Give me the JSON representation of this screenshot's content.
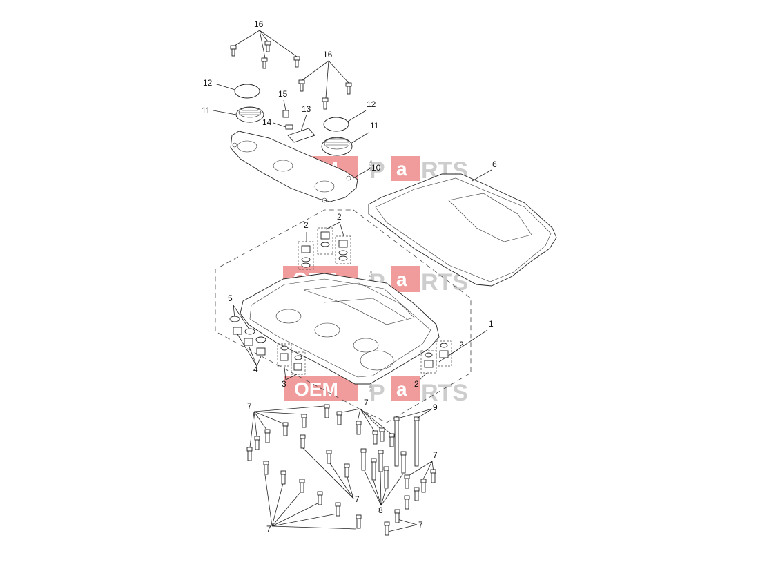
{
  "callouts": {
    "c16a": "16",
    "c16b": "16",
    "c12a": "12",
    "c12b": "12",
    "c15": "15",
    "c13": "13",
    "c11a": "11",
    "c11b": "11",
    "c14": "14",
    "c10": "10",
    "c6": "6",
    "c2a": "2",
    "c2b": "2",
    "c2c": "2",
    "c2d": "2",
    "c5": "5",
    "c1": "1",
    "c4": "4",
    "c3": "3",
    "c7a": "7",
    "c7b": "7",
    "c7c": "7",
    "c7d": "7",
    "c7e": "7",
    "c7f": "7",
    "c9": "9",
    "c8": "8"
  },
  "watermark": {
    "oem": "OEM",
    "bike": "BIKE",
    "parts_a": "P",
    "parts_b": "a",
    "parts_c": "RTS"
  },
  "colors": {
    "watermark_red": "#e64a4a",
    "watermark_grey": "#bdbdbd",
    "line": "#222222"
  }
}
